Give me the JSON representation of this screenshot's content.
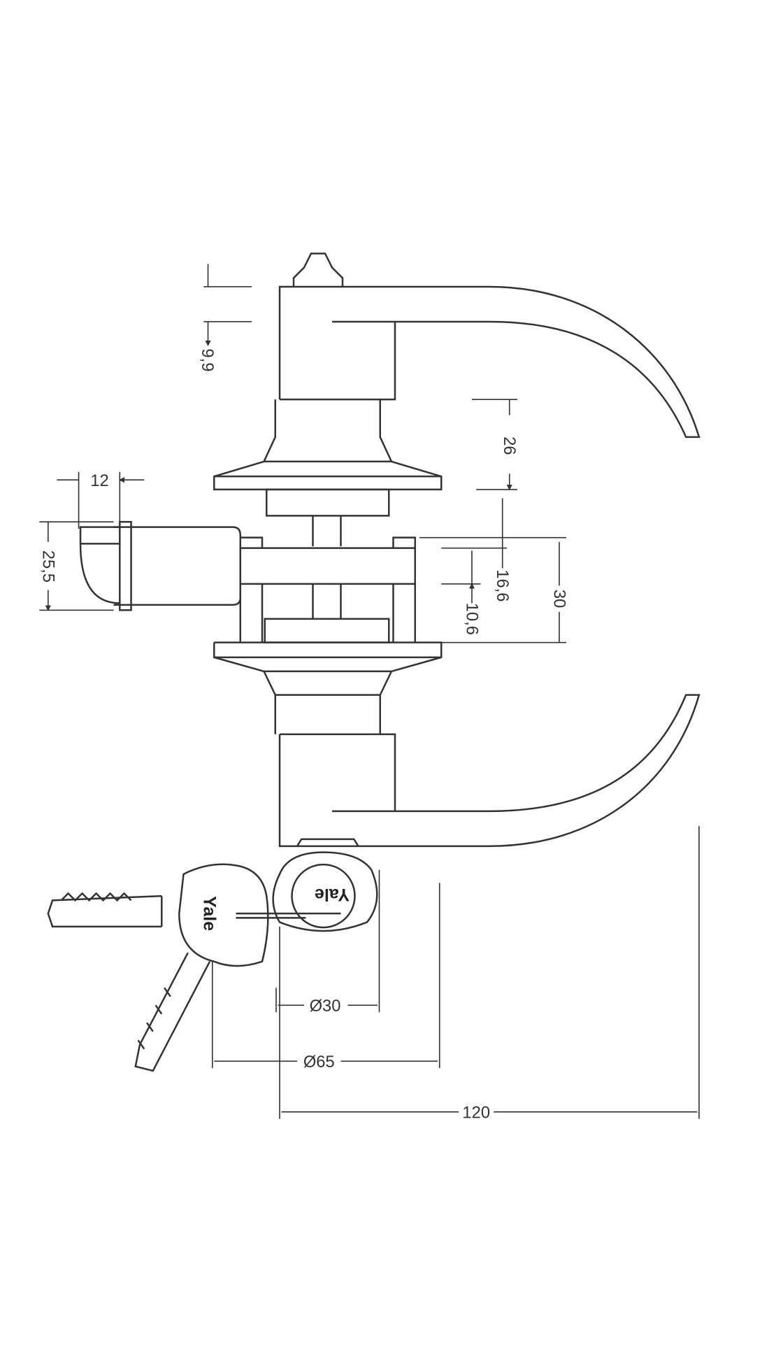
{
  "title": "Lever lockset technical drawing",
  "dimensions": {
    "d_9_9": "9,9",
    "d_26": "26",
    "d_12": "12",
    "d_25_5": "25,5",
    "d_16_6": "16,6",
    "d_10_6": "10,6",
    "d_30": "30",
    "dia_30": "Ø30",
    "dia_65": "Ø65",
    "d_120": "120"
  },
  "key_brand": "Yale",
  "cylinder_brand": "Yale"
}
